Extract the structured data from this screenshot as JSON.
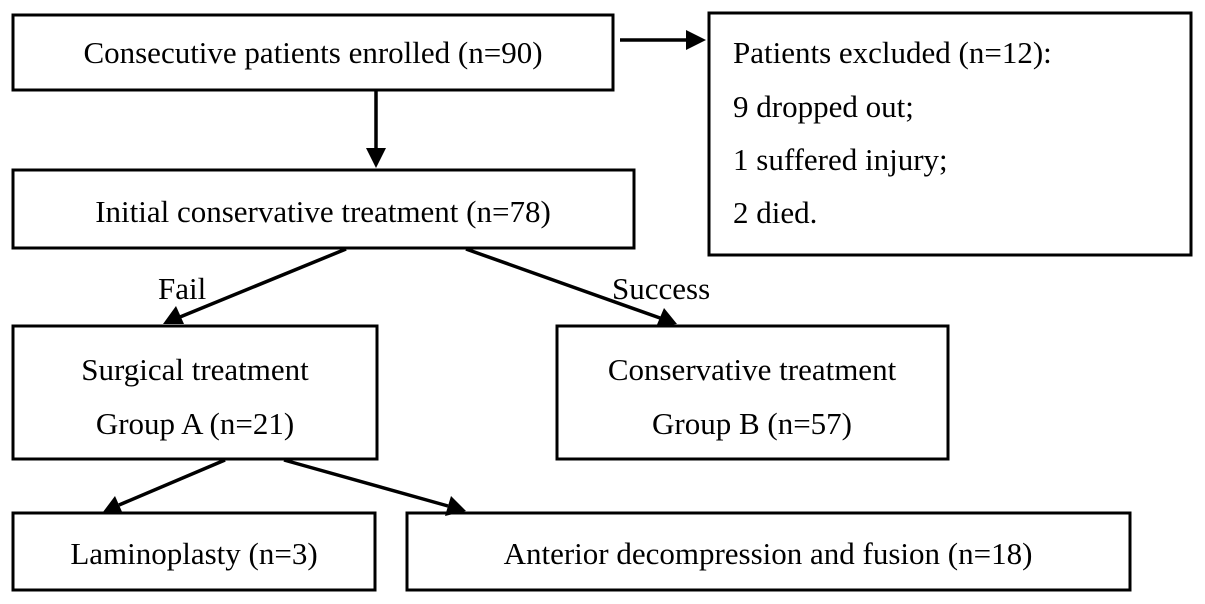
{
  "boxes": {
    "enrolled": "Consecutive patients enrolled (n=90)",
    "excluded": {
      "title": "Patients excluded (n=12):",
      "lines": [
        "9 dropped out;",
        "1 suffered injury;",
        "2 died."
      ]
    },
    "initial": "Initial conservative treatment (n=78)",
    "surgical": {
      "line1": "Surgical treatment",
      "line2": "Group A (n=21)"
    },
    "conservative": {
      "line1": "Conservative treatment",
      "line2": "Group B (n=57)"
    },
    "laminoplasty": "Laminoplasty (n=3)",
    "anterior": "Anterior decompression and fusion (n=18)"
  },
  "edge_labels": {
    "fail": "Fail",
    "success": "Success"
  }
}
